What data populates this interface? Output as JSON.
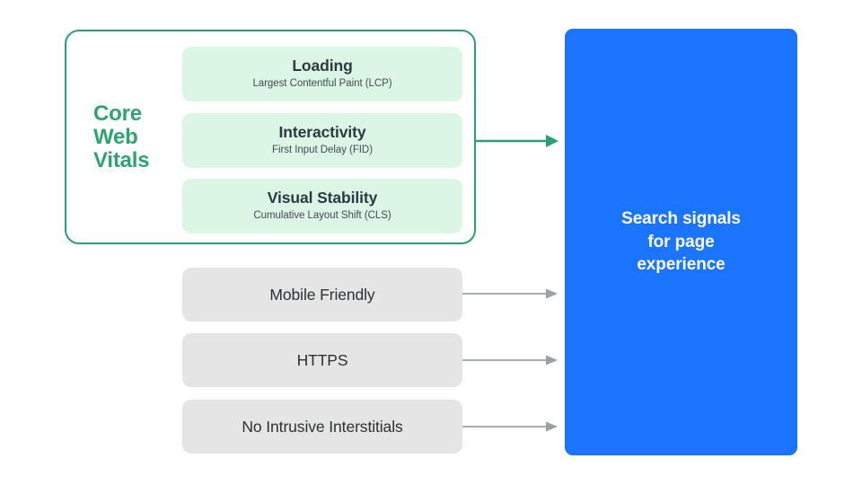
{
  "diagram": {
    "title": "Search signals for page experience",
    "colors": {
      "green_accent": "#2fa471",
      "green_border": "#27a173",
      "green_card_fill": "#dbf6e5",
      "gray_card_fill": "#e5e5e5",
      "gray_arrow": "#9aa0a6",
      "blue_panel": "#1b74fd",
      "text_dark": "#2b3a3f",
      "text_white": "#ffffff",
      "background": "#ffffff"
    }
  },
  "core_web_vitals": {
    "group_label": "Core\nWeb\nVitals",
    "group_label_lines": [
      "Core",
      "Web",
      "Vitals"
    ],
    "metrics": [
      {
        "title": "Loading",
        "subtitle": "Largest Contentful Paint (LCP)",
        "abbr": "LCP"
      },
      {
        "title": "Interactivity",
        "subtitle": "First Input Delay (FID)",
        "abbr": "FID"
      },
      {
        "title": "Visual Stability",
        "subtitle": "Cumulative Layout Shift (CLS)",
        "abbr": "CLS"
      }
    ]
  },
  "other_signals": [
    {
      "label": "Mobile Friendly"
    },
    {
      "label": "HTTPS"
    },
    {
      "label": "No Intrusive Interstitials"
    }
  ],
  "result": {
    "text": "Search signals\nfor page\nexperience",
    "lines": [
      "Search signals",
      "for page",
      "experience"
    ]
  },
  "arrows": [
    {
      "name": "core-web-vitals-to-result",
      "color": "#27a173"
    },
    {
      "name": "mobile-friendly-to-result",
      "color": "#9aa0a6"
    },
    {
      "name": "https-to-result",
      "color": "#9aa0a6"
    },
    {
      "name": "no-intrusive-interstitials-to-result",
      "color": "#9aa0a6"
    }
  ]
}
